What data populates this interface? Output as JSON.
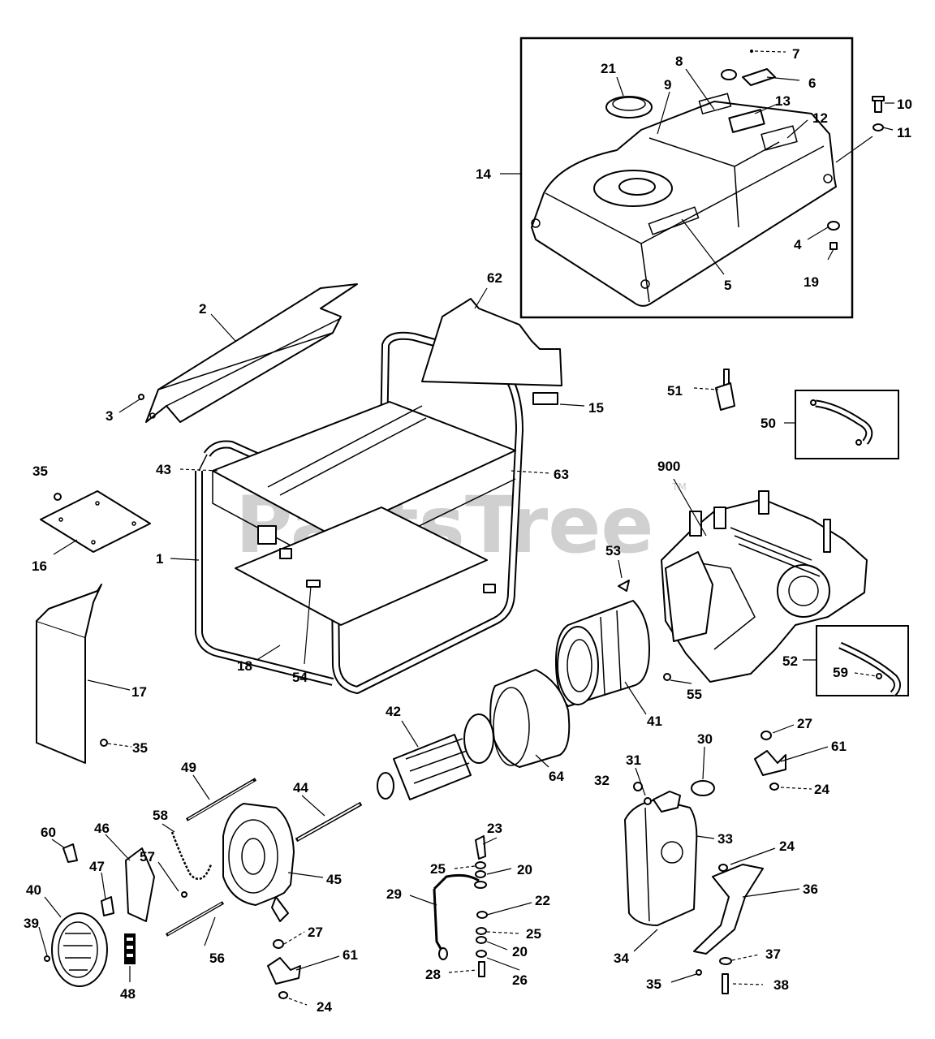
{
  "watermark": {
    "text": "PartsTree",
    "tm": "TM"
  },
  "callouts": [
    {
      "id": "c7",
      "label": "7"
    },
    {
      "id": "c6",
      "label": "6"
    },
    {
      "id": "c8",
      "label": "8"
    },
    {
      "id": "c21",
      "label": "21"
    },
    {
      "id": "c9",
      "label": "9"
    },
    {
      "id": "c13",
      "label": "13"
    },
    {
      "id": "c12",
      "label": "12"
    },
    {
      "id": "c10",
      "label": "10"
    },
    {
      "id": "c11",
      "label": "11"
    },
    {
      "id": "c14",
      "label": "14"
    },
    {
      "id": "c4",
      "label": "4"
    },
    {
      "id": "c5",
      "label": "5"
    },
    {
      "id": "c19",
      "label": "19"
    },
    {
      "id": "c62",
      "label": "62"
    },
    {
      "id": "c2",
      "label": "2"
    },
    {
      "id": "c3",
      "label": "3"
    },
    {
      "id": "c15",
      "label": "15"
    },
    {
      "id": "c51",
      "label": "51"
    },
    {
      "id": "c50",
      "label": "50"
    },
    {
      "id": "c900",
      "label": "900"
    },
    {
      "id": "c35a",
      "label": "35"
    },
    {
      "id": "c43",
      "label": "43"
    },
    {
      "id": "c63",
      "label": "63"
    },
    {
      "id": "c16",
      "label": "16"
    },
    {
      "id": "c1",
      "label": "1"
    },
    {
      "id": "c53",
      "label": "53"
    },
    {
      "id": "c18",
      "label": "18"
    },
    {
      "id": "c54",
      "label": "54"
    },
    {
      "id": "c55",
      "label": "55"
    },
    {
      "id": "c52",
      "label": "52"
    },
    {
      "id": "c59",
      "label": "59"
    },
    {
      "id": "c17",
      "label": "17"
    },
    {
      "id": "c41",
      "label": "41"
    },
    {
      "id": "c42",
      "label": "42"
    },
    {
      "id": "c35b",
      "label": "35"
    },
    {
      "id": "c27a",
      "label": "27"
    },
    {
      "id": "c30",
      "label": "30"
    },
    {
      "id": "c61a",
      "label": "61"
    },
    {
      "id": "c49",
      "label": "49"
    },
    {
      "id": "c64",
      "label": "64"
    },
    {
      "id": "c31",
      "label": "31"
    },
    {
      "id": "c32",
      "label": "32"
    },
    {
      "id": "c24a",
      "label": "24"
    },
    {
      "id": "c44",
      "label": "44"
    },
    {
      "id": "c58",
      "label": "58"
    },
    {
      "id": "c60",
      "label": "60"
    },
    {
      "id": "c46",
      "label": "46"
    },
    {
      "id": "c23",
      "label": "23"
    },
    {
      "id": "c33",
      "label": "33"
    },
    {
      "id": "c24b",
      "label": "24"
    },
    {
      "id": "c57",
      "label": "57"
    },
    {
      "id": "c47",
      "label": "47"
    },
    {
      "id": "c25a",
      "label": "25"
    },
    {
      "id": "c20a",
      "label": "20"
    },
    {
      "id": "c45",
      "label": "45"
    },
    {
      "id": "c40",
      "label": "40"
    },
    {
      "id": "c29",
      "label": "29"
    },
    {
      "id": "c22",
      "label": "22"
    },
    {
      "id": "c36",
      "label": "36"
    },
    {
      "id": "c39",
      "label": "39"
    },
    {
      "id": "c25b",
      "label": "25"
    },
    {
      "id": "c27b",
      "label": "27"
    },
    {
      "id": "c20b",
      "label": "20"
    },
    {
      "id": "c61b",
      "label": "61"
    },
    {
      "id": "c56",
      "label": "56"
    },
    {
      "id": "c34",
      "label": "34"
    },
    {
      "id": "c37",
      "label": "37"
    },
    {
      "id": "c28",
      "label": "28"
    },
    {
      "id": "c26",
      "label": "26"
    },
    {
      "id": "c48",
      "label": "48"
    },
    {
      "id": "c35c",
      "label": "35"
    },
    {
      "id": "c38",
      "label": "38"
    },
    {
      "id": "c24c",
      "label": "24"
    }
  ]
}
